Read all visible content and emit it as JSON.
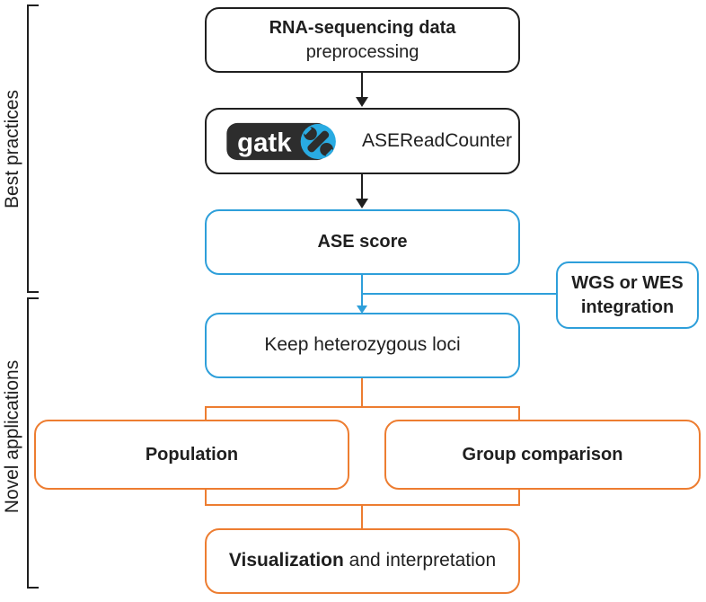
{
  "colors": {
    "accent_blue": "#2E9FDA",
    "accent_orange": "#ED7D31",
    "ink": "#1F1F1F",
    "gatk_dark": "#2D2D2D",
    "gatk_blue": "#29ABE2",
    "gatk_text": "#FFFFFF"
  },
  "section_labels": {
    "best_practices": "Best practices",
    "novel_applications": "Novel applications"
  },
  "boxes": {
    "rna_seq": {
      "line1": "RNA-sequencing data",
      "line2": "preprocessing"
    },
    "gatk": {
      "logo_text": "gatk",
      "tool": "ASEReadCounter"
    },
    "ase_score": {
      "label": "ASE score"
    },
    "wgs_wes": {
      "line1": "WGS or WES",
      "line2": "integration"
    },
    "keep_het": {
      "label": "Keep heterozygous loci"
    },
    "population": {
      "label": "Population"
    },
    "group_comparison": {
      "label": "Group comparison"
    },
    "visualization": {
      "bold": "Visualization",
      "regular": " and interpretation"
    }
  }
}
